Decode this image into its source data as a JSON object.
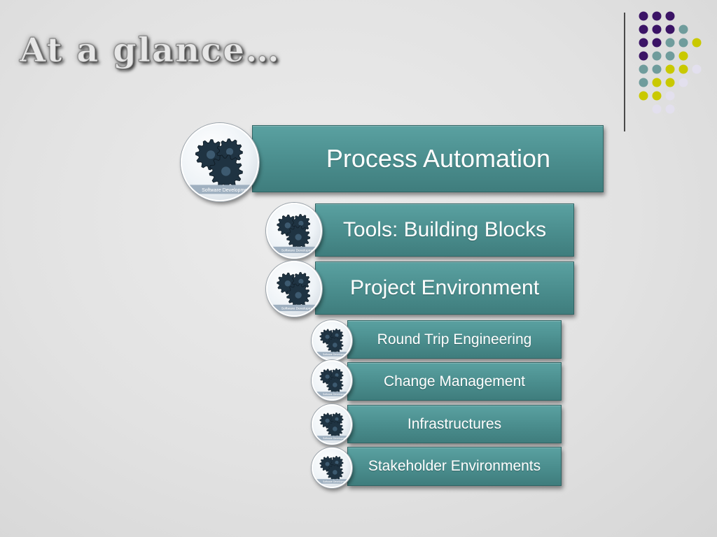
{
  "slide": {
    "title": "At a glance…"
  },
  "colors": {
    "bar_fill": "#4a8d8d",
    "dot_purple": "#3b1466",
    "dot_teal": "#6f9c9c",
    "dot_yellow": "#c9c900",
    "dot_lavender": "#e3e0ee"
  },
  "icon": {
    "name": "gears-icon",
    "caption": "Software Development"
  },
  "hierarchy": {
    "level1": {
      "label": "Process Automation"
    },
    "level2": [
      {
        "label": "Tools: Building Blocks"
      },
      {
        "label": "Project Environment"
      }
    ],
    "level3": [
      {
        "label": "Round Trip Engineering"
      },
      {
        "label": "Change Management"
      },
      {
        "label": "Infrastructures"
      },
      {
        "label": "Stakeholder Environments"
      }
    ]
  }
}
